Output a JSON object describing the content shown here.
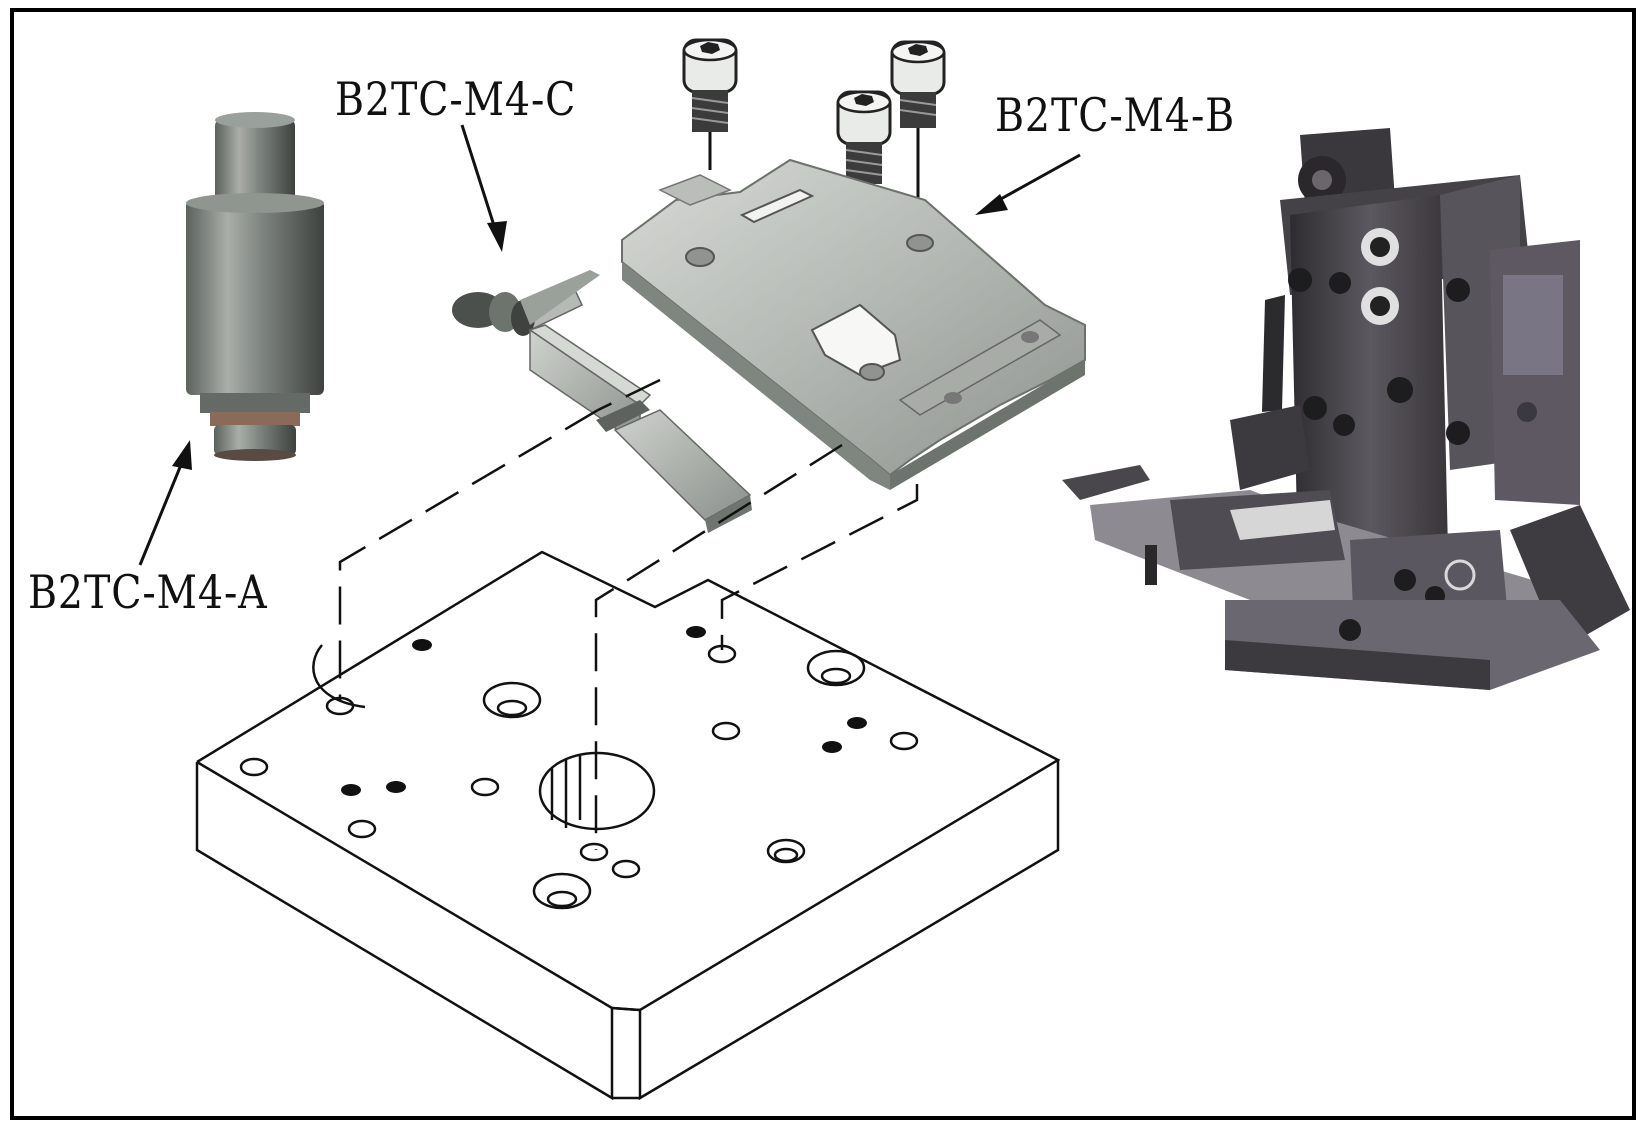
{
  "labels": {
    "part_a": "B2TC-M4-A",
    "part_b": "B2TC-M4-B",
    "part_c": "B2TC-M4-C"
  },
  "colors": {
    "line": "#111111",
    "metal_light": "#c9ccc8",
    "metal_mid": "#9ea39f",
    "metal_dark": "#5d625f",
    "machine_dark": "#3f3d3f",
    "machine_mid": "#6f6a70"
  }
}
